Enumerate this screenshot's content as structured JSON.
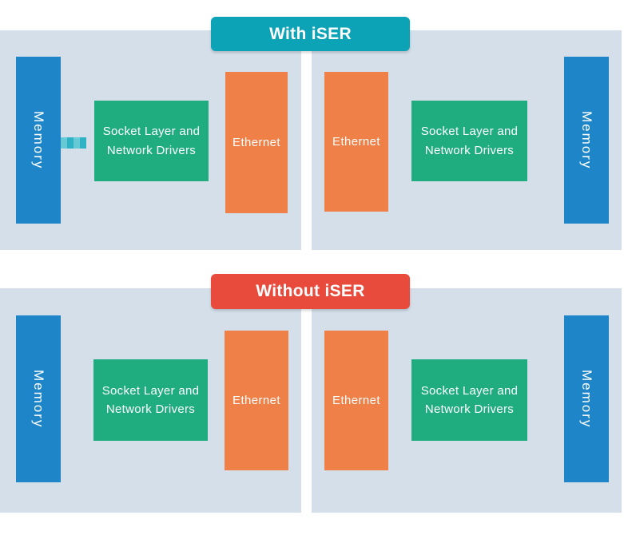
{
  "colors": {
    "panel_background": "#d4dfea",
    "memory_blue": "#1e86c8",
    "socket_green": "#1fad80",
    "ethernet_orange": "#ee8048",
    "with_iser_teal": "#0ba3b5",
    "without_iser_red": "#e84b3c",
    "connector_teal_light": "#66c9d6",
    "connector_teal_dark": "#2fb2c3",
    "block_text": "#ffffff"
  },
  "sections": [
    {
      "name": "with_iser",
      "header": {
        "label": "With iSER",
        "color": "#0ba3b5"
      },
      "panels": [
        {
          "side": "left",
          "has_memory_connector": true,
          "blocks": {
            "memory": "Memory",
            "socket_lines": [
              "Socket Layer and",
              "Network Drivers"
            ],
            "ethernet": "Ethernet"
          }
        },
        {
          "side": "right",
          "has_memory_connector": false,
          "blocks": {
            "ethernet": "Ethernet",
            "socket_lines": [
              "Socket Layer and",
              "Network Drivers"
            ],
            "memory": "Memory"
          }
        }
      ]
    },
    {
      "name": "without_iser",
      "header": {
        "label": "Without iSER",
        "color": "#e84b3c"
      },
      "panels": [
        {
          "side": "left",
          "has_memory_connector": false,
          "blocks": {
            "memory": "Memory",
            "socket_lines": [
              "Socket Layer and",
              "Network Drivers"
            ],
            "ethernet": "Ethernet"
          }
        },
        {
          "side": "right",
          "has_memory_connector": false,
          "blocks": {
            "ethernet": "Ethernet",
            "socket_lines": [
              "Socket Layer and",
              "Network Drivers"
            ],
            "memory": "Memory"
          }
        }
      ]
    }
  ]
}
